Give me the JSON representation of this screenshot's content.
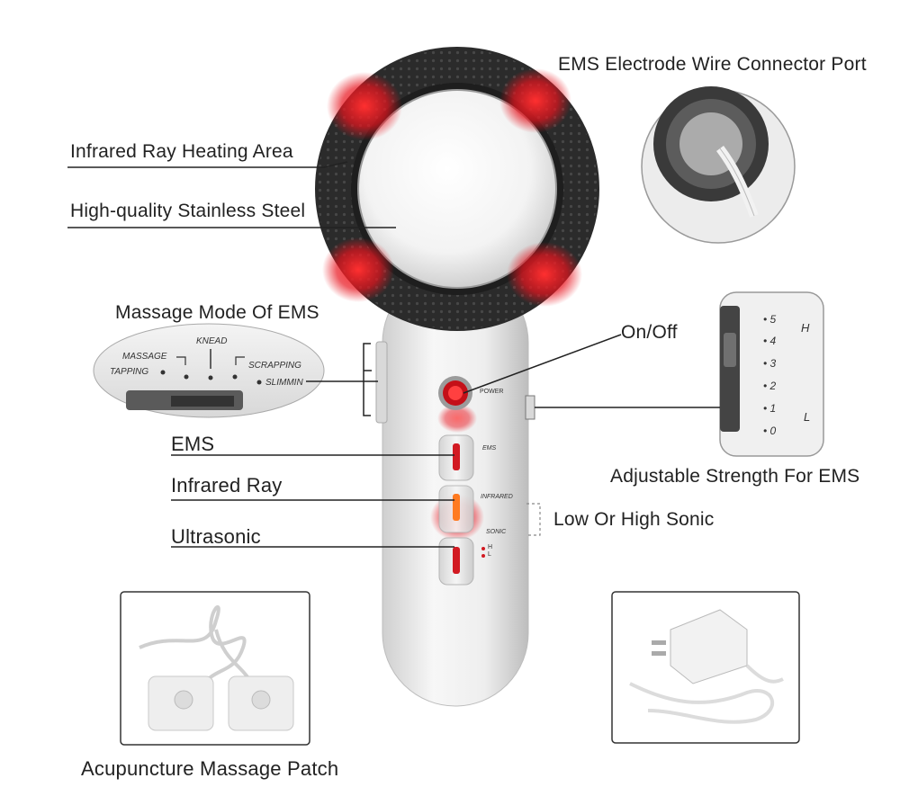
{
  "labels": {
    "ems_port": "EMS Electrode Wire Connector Port",
    "infrared_area": "Infrared Ray Heating Area",
    "stainless": "High-quality Stainless Steel",
    "massage_mode": "Massage Mode Of EMS",
    "on_off": "On/Off",
    "ems": "EMS",
    "infrared_ray": "Infrared Ray",
    "ultrasonic": "Ultrasonic",
    "adjustable": "Adjustable Strength For EMS",
    "low_high_sonic": "Low Or High Sonic",
    "patch": "Acupuncture Massage Patch"
  },
  "mode_panel": {
    "knead": "KNEAD",
    "massage": "MASSAGE",
    "scrapping": "SCRAPPING",
    "tapping": "TAPPING",
    "slimming": "SLIMMIN"
  },
  "device": {
    "power": "POWER",
    "ems": "EMS",
    "infrared": "INFRARED",
    "sonic": "SONIC",
    "sonic_h": "H",
    "sonic_l": "L"
  },
  "strength_scale": {
    "levels": [
      "5",
      "4",
      "3",
      "2",
      "1",
      "0"
    ],
    "high": "H",
    "low": "L"
  },
  "colors": {
    "led_red": "#e8141e",
    "ring_dark": "#2b2b2b",
    "body_silver": "#e6e6e6"
  }
}
